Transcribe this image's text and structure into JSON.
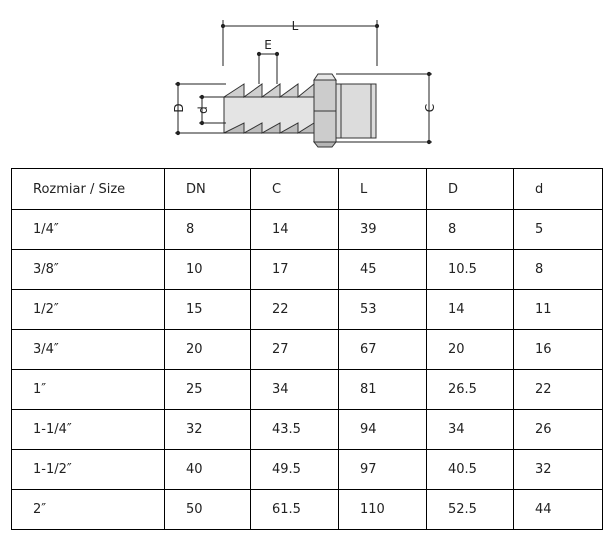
{
  "diagram": {
    "labels": {
      "L": "L",
      "E": "E",
      "C": "C",
      "D": "D",
      "d": "d"
    }
  },
  "table": {
    "headers": [
      "Rozmiar / Size",
      "DN",
      "C",
      "L",
      "D",
      "d"
    ],
    "rows": [
      [
        "1/4″",
        "8",
        "14",
        "39",
        "8",
        "5"
      ],
      [
        "3/8″",
        "10",
        "17",
        "45",
        "10.5",
        "8"
      ],
      [
        "1/2″",
        "15",
        "22",
        "53",
        "14",
        "11"
      ],
      [
        "3/4″",
        "20",
        "27",
        "67",
        "20",
        "16"
      ],
      [
        "1″",
        "25",
        "34",
        "81",
        "26.5",
        "22"
      ],
      [
        "1-1/4″",
        "32",
        "43.5",
        "94",
        "34",
        "26"
      ],
      [
        "1-1/2″",
        "40",
        "49.5",
        "97",
        "40.5",
        "32"
      ],
      [
        "2″",
        "50",
        "61.5",
        "110",
        "52.5",
        "44"
      ]
    ]
  }
}
